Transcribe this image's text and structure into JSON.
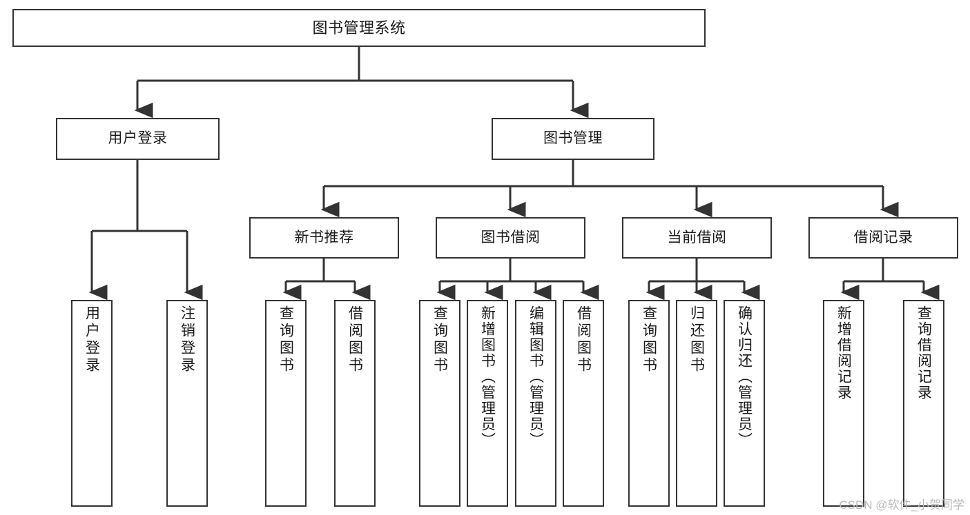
{
  "diagram": {
    "title": "图书管理系统",
    "type": "tree-hierarchy",
    "watermark": "CSDN @软件_小贺同学",
    "colors": {
      "box_border": "#333333",
      "box_fill": "#ffffff",
      "connector": "#333333",
      "text": "#1a1a1a",
      "watermark": "#b9b9b9"
    },
    "root": {
      "label": "图书管理系统"
    },
    "level2": [
      {
        "label": "用户登录"
      },
      {
        "label": "图书管理"
      }
    ],
    "level3": [
      {
        "label": "新书推荐"
      },
      {
        "label": "图书借阅"
      },
      {
        "label": "当前借阅"
      },
      {
        "label": "借阅记录"
      }
    ],
    "leaves": {
      "user_login": [
        {
          "label": "用户登录"
        },
        {
          "label": "注销登录"
        }
      ],
      "new_book_recommend": [
        {
          "label": "查询图书"
        },
        {
          "label": "借阅图书"
        }
      ],
      "book_borrow": [
        {
          "label": "查询图书"
        },
        {
          "label": "新增图书（管理员）"
        },
        {
          "label": "编辑图书（管理员）"
        },
        {
          "label": "借阅图书"
        }
      ],
      "current_borrow": [
        {
          "label": "查询图书"
        },
        {
          "label": "归还图书"
        },
        {
          "label": "确认归还（管理员）"
        }
      ],
      "borrow_record": [
        {
          "label": "新增借阅记录"
        },
        {
          "label": "查询借阅记录"
        }
      ]
    }
  }
}
